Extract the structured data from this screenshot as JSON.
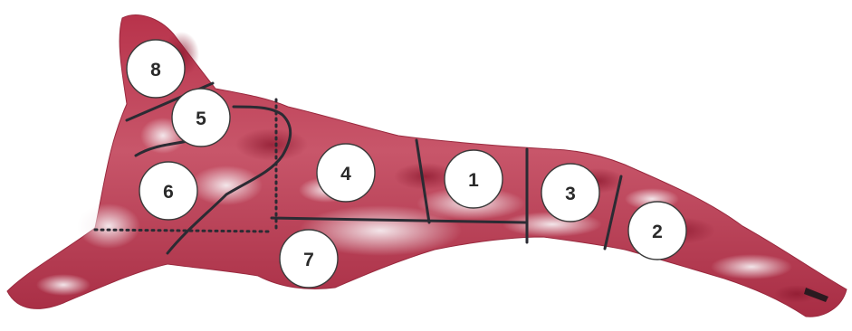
{
  "diagram": {
    "colors": {
      "background": "#ffffff",
      "meat_dark": "#a3243a",
      "meat_mid": "#c54a5e",
      "meat_light": "#e4a3ad",
      "fat": "#f2e6ea",
      "cut_line": "#2b2b33",
      "label_fill": "#ffffff",
      "label_text": "#2a2a2a"
    },
    "cuts": [
      {
        "id": "1",
        "label": "1"
      },
      {
        "id": "2",
        "label": "2"
      },
      {
        "id": "3",
        "label": "3"
      },
      {
        "id": "4",
        "label": "4"
      },
      {
        "id": "5",
        "label": "5"
      },
      {
        "id": "6",
        "label": "6"
      },
      {
        "id": "7",
        "label": "7"
      },
      {
        "id": "8",
        "label": "8"
      }
    ]
  }
}
